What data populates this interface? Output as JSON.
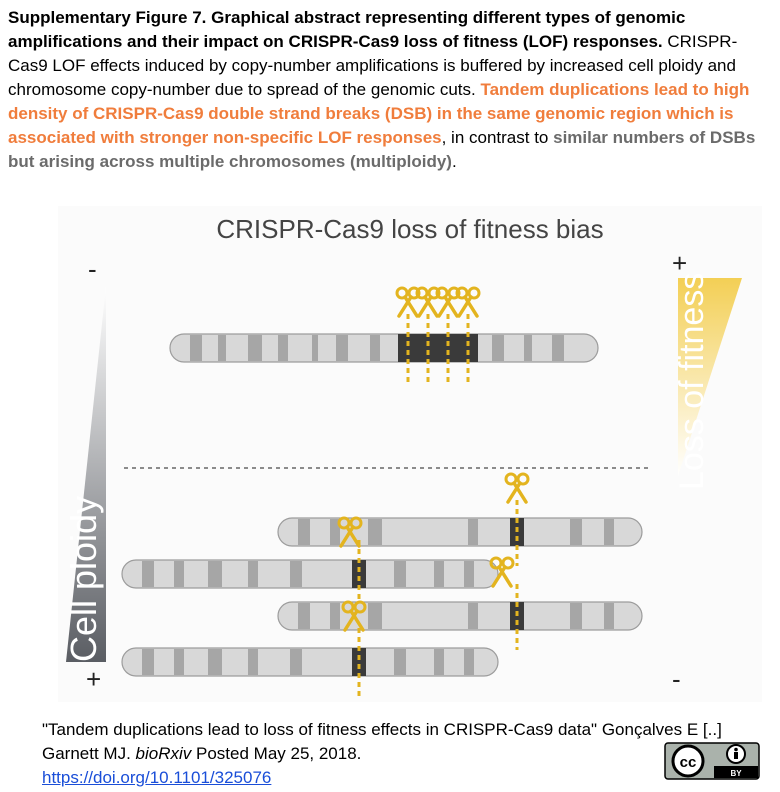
{
  "caption": {
    "heading": "Supplementary Figure 7. Graphical abstract representing different types of genomic amplifications and their impact on CRISPR-Cas9 loss of fitness (LOF) responses.",
    "text1": " CRISPR-Cas9 LOF effects induced by copy-number amplifications is buffered by increased cell ploidy and chromosome copy-number due to spread of the genomic cuts. ",
    "highlight_orange": "Tandem duplications lead to high density of CRISPR-Cas9 double strand breaks (DSB) in the same genomic region which is associated with  stronger non-specific LOF responses",
    "text2": ", in contrast to ",
    "highlight_gray": "similar numbers of DSBs but arising across multiple chromosomes (multiploidy)",
    "text3": "."
  },
  "figure": {
    "title": "CRISPR-Cas9 loss of fitness bias",
    "left_top_sign": "-",
    "left_bottom_sign": "+",
    "right_top_sign": "+",
    "right_bottom_sign": "-",
    "left_axis_label": "Cell ploidy",
    "right_axis_label": "Loss of fitness",
    "colors": {
      "scissors": "#e8b81c",
      "chromosome": "#d8d8d8",
      "band": "#a8a8a8",
      "cut_region": "#3a3a3a",
      "right_gradient": "#f3d36a"
    },
    "icons": [
      "scissors-icon",
      "scissors-icon",
      "scissors-icon",
      "scissors-icon",
      "scissors-icon",
      "scissors-icon",
      "scissors-icon",
      "scissors-icon",
      "scissors-icon"
    ]
  },
  "citation": {
    "line1": "\"Tandem duplications lead to loss of fitness effects in CRISPR-Cas9 data\" Gonçalves E [..] Garnett MJ. ",
    "journal": "bioRxiv",
    "line2": " Posted May 25, 2018.",
    "doi": "https://doi.org/10.1101/325076"
  },
  "license": {
    "icon": "cc-by-icon",
    "label": "BY"
  }
}
